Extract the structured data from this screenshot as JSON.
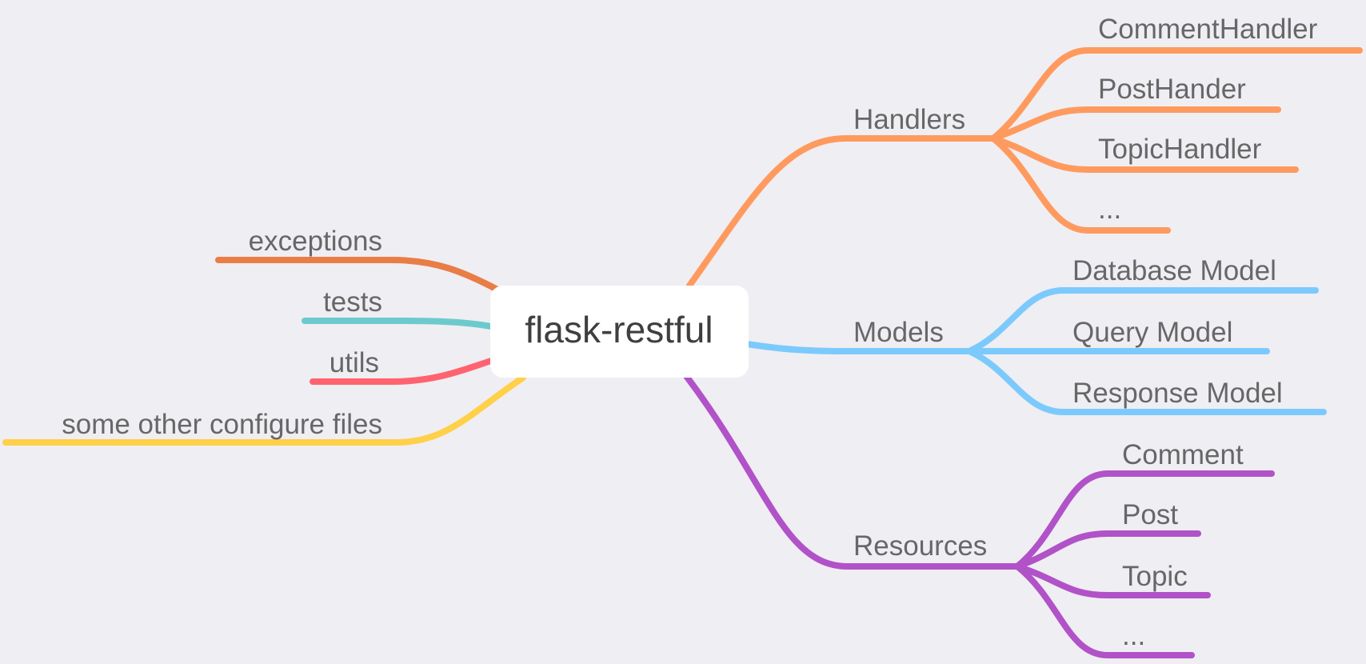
{
  "root": {
    "label": "flask-restful"
  },
  "colors": {
    "background": "#efeef3",
    "handlers": "#ff9a5f",
    "models": "#7ccafc",
    "resources": "#b152c8",
    "exceptions": "#e87d46",
    "tests": "#6ccacd",
    "utils": "#ff636f",
    "config": "#ffd048",
    "text": "#676767",
    "root_text": "#3f3f3f"
  },
  "right_branches": [
    {
      "id": "handlers",
      "label": "Handlers",
      "children": [
        {
          "label": "CommentHandler"
        },
        {
          "label": "PostHander"
        },
        {
          "label": "TopicHandler"
        },
        {
          "label": "..."
        }
      ]
    },
    {
      "id": "models",
      "label": "Models",
      "children": [
        {
          "label": "Database Model"
        },
        {
          "label": "Query Model"
        },
        {
          "label": "Response Model"
        }
      ]
    },
    {
      "id": "resources",
      "label": "Resources",
      "children": [
        {
          "label": "Comment"
        },
        {
          "label": "Post"
        },
        {
          "label": "Topic"
        },
        {
          "label": "..."
        }
      ]
    }
  ],
  "left_branches": [
    {
      "id": "exceptions",
      "label": "exceptions"
    },
    {
      "id": "tests",
      "label": "tests"
    },
    {
      "id": "utils",
      "label": "utils"
    },
    {
      "id": "config",
      "label": "some other configure files"
    }
  ]
}
